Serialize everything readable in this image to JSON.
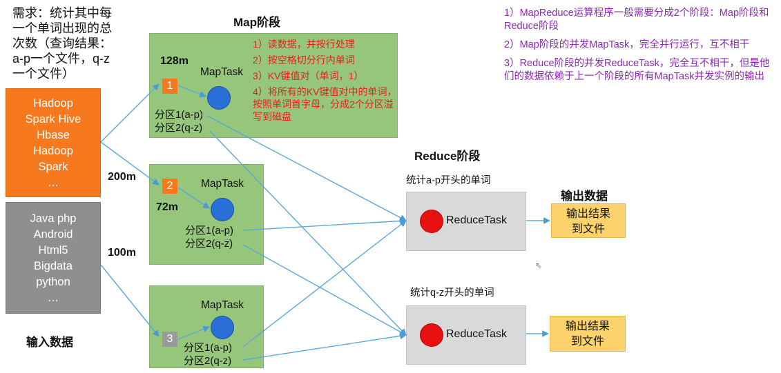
{
  "requirement": {
    "lines": [
      "需求：统计其中每",
      "一个单词出现的总",
      "次数（查询结果：",
      "a-p一个文件，q-z",
      "一个文件）"
    ]
  },
  "input": {
    "orange_lines": [
      "Hadoop",
      "Spark Hive",
      "Hbase",
      "Hadoop",
      "Spark",
      "…"
    ],
    "gray_lines": [
      "Java php",
      "Android",
      "Html5",
      "Bigdata",
      "python",
      "…"
    ],
    "label": "输入数据"
  },
  "map_stage": {
    "title": "Map阶段",
    "sizes": {
      "s1": "128m",
      "s2": "200m",
      "s3": "72m",
      "s4": "100m"
    },
    "tasks": [
      {
        "num": "1",
        "label": "MapTask",
        "p1": "分区1(a-p)",
        "p2": "分区2(q-z)"
      },
      {
        "num": "2",
        "label": "MapTask",
        "p1": "分区1(a-p)",
        "p2": "分区2(q-z)"
      },
      {
        "num": "3",
        "label": "MapTask",
        "p1": "分区1(a-p)",
        "p2": "分区2(q-z)"
      }
    ],
    "notes": [
      "1）读数据，并按行处理",
      "2）按空格切分行内单词",
      "3）KV键值对（单词，1）",
      "4）将所有的KV键值对中的单词，按照单词首字母，分成2个分区溢写到磁盘"
    ]
  },
  "reduce_stage": {
    "title": "Reduce阶段",
    "tasks": [
      {
        "caption": "统计a-p开头的单词",
        "label": "ReduceTask"
      },
      {
        "caption": "统计q-z开头的单词",
        "label": "ReduceTask"
      }
    ]
  },
  "output": {
    "title": "输出数据",
    "boxes": [
      {
        "l1": "输出结果",
        "l2": "到文件"
      },
      {
        "l1": "输出结果",
        "l2": "到文件"
      }
    ]
  },
  "notes_right": [
    "1）MapReduce运算程序一般需要分成2个阶段：Map阶段和Reduce阶段",
    "2）Map阶段的并发MapTask，完全并行运行，互不相干",
    "3）Reduce阶段的并发ReduceTask，完全互不相干，但是他们的数据依赖于上一个阶段的所有MapTask并发实例的输出"
  ],
  "colors": {
    "orange": "#f7791e",
    "gray": "#8f8f8f",
    "green": "#96c67b",
    "blue": "#2a6fd8",
    "red": "#e81010",
    "yellow": "#fbd26b",
    "arrow": "#5aa8d8",
    "purple": "#8a2ab0",
    "note_red": "#e8201a"
  }
}
